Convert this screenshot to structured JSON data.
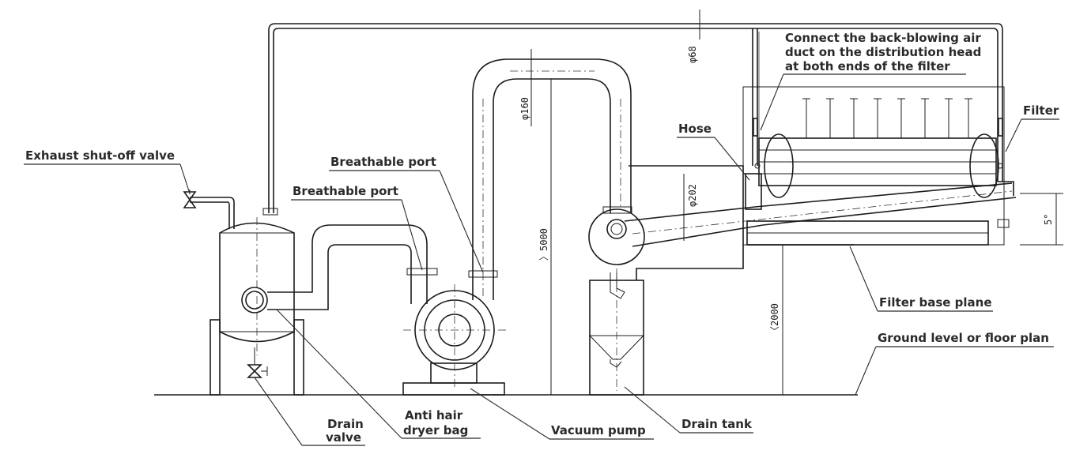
{
  "labels": {
    "exhaust_valve": "Exhaust shut-off valve",
    "breathable_port_upper": "Breathable port",
    "breathable_port_lower": "Breathable port",
    "connect_line1": "Connect the back-blowing air",
    "connect_line2": "duct on the distribution head",
    "connect_line3": "at both ends of the filter",
    "hose": "Hose",
    "filter": "Filter",
    "filter_base_plane": "Filter base plane",
    "ground_level": "Ground level or floor plan",
    "drain_valve_line1": "Drain",
    "drain_valve_line2": "valve",
    "anti_hair_line1": "Anti hair",
    "anti_hair_line2": "dryer bag",
    "vacuum_pump": "Vacuum pump",
    "drain_tank": "Drain tank"
  },
  "dimensions": {
    "d68": "φ68",
    "d160": "φ160",
    "d202": "φ202",
    "h5000": "〉5000",
    "h2000": "〈2000",
    "angle": "5°"
  }
}
